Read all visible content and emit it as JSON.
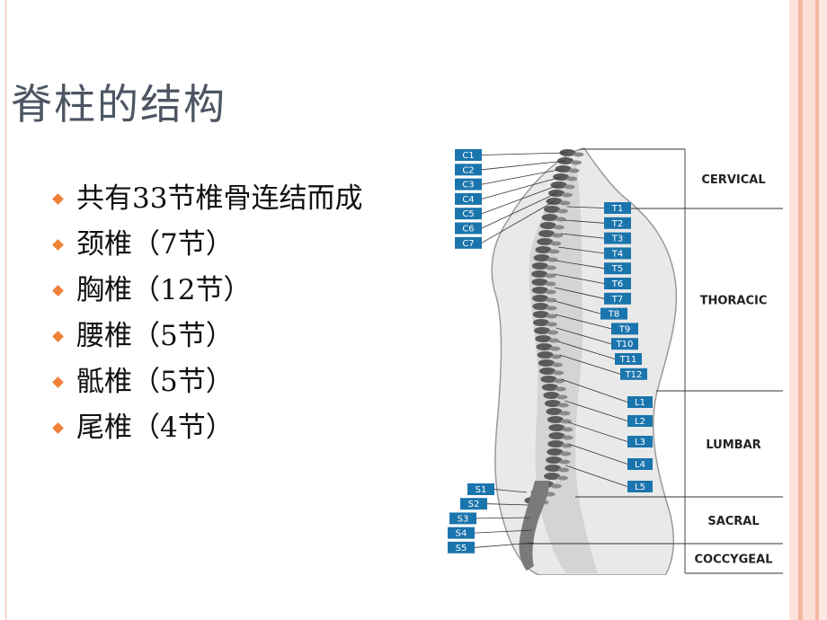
{
  "slide": {
    "title": "脊柱的结构",
    "bullets": [
      "共有33节椎骨连结而成",
      "颈椎（7节）",
      "胸椎（12节）",
      "腰椎（5节）",
      "骶椎（5节）",
      "尾椎（4节）"
    ]
  },
  "diagram": {
    "vertebrae": {
      "cervical": [
        "C1",
        "C2",
        "C3",
        "C4",
        "C5",
        "C6",
        "C7"
      ],
      "thoracic": [
        "T1",
        "T2",
        "T3",
        "T4",
        "T5",
        "T6",
        "T7",
        "T8",
        "T9",
        "T10",
        "T11",
        "T12"
      ],
      "lumbar": [
        "L1",
        "L2",
        "L3",
        "L4",
        "L5"
      ],
      "sacral": [
        "S1",
        "S2",
        "S3",
        "S4",
        "S5"
      ]
    },
    "regions": [
      "CERVICAL",
      "THORACIC",
      "LUMBAR",
      "SACRAL",
      "COCCYGEAL"
    ]
  },
  "colors": {
    "label_fill": "#1b75ad",
    "bullet_diamond": "#f08038",
    "title_text": "#4d5563",
    "frame_stripe": "#f2b9a6"
  }
}
